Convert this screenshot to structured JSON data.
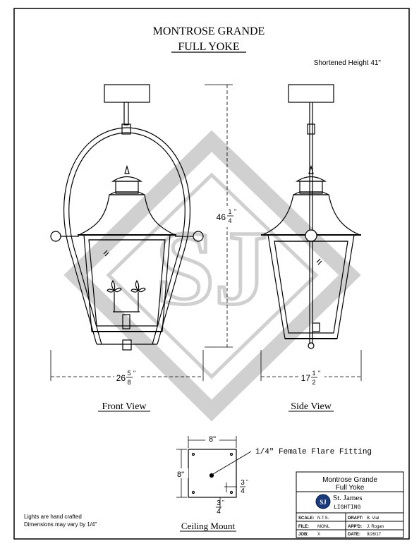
{
  "title": {
    "line1": "MONTROSE GRANDE",
    "line2": "FULL YOKE"
  },
  "shortened_height": "Shortened Height 41\"",
  "views": {
    "front": "Front View",
    "side": "Side View",
    "ceiling": "Ceiling Mount"
  },
  "dimensions": {
    "height_whole": "46",
    "height_num": "1",
    "height_den": "4",
    "height_unit": "\"",
    "front_width_whole": "26",
    "front_width_num": "5",
    "front_width_den": "8",
    "front_width_unit": "\"",
    "side_width_whole": "17",
    "side_width_num": "1",
    "side_width_den": "2",
    "side_width_unit": "\"",
    "canopy_width": "8\"",
    "canopy_height": "8\"",
    "offset_a_num": "3",
    "offset_a_den": "4",
    "offset_a_unit": "\"",
    "offset_b_num": "3",
    "offset_b_den": "4",
    "offset_b_unit": "\""
  },
  "fitting_label": "1/4\" Female Flare Fitting",
  "notes": {
    "line1": "Lights are hand crafted",
    "line2": "Dimensions may vary by 1/4\""
  },
  "title_block": {
    "product_line1": "Montrose Grande",
    "product_line2": "Full Yoke",
    "company_name": "St. James",
    "company_sub": "LIGHTING",
    "logo_text": "SJ",
    "scale_label": "SCALE:",
    "scale_value": "N.T.S.",
    "draft_label": "DRAFT:",
    "draft_value": "B. Vial",
    "file_label": "FILE:",
    "file_value": "MONL",
    "appd_label": "APP'D:",
    "appd_value": "J. Rogan",
    "job_label": "JOB:",
    "job_value": "X",
    "date_label": "DATE:",
    "date_value": "9/26/17"
  }
}
